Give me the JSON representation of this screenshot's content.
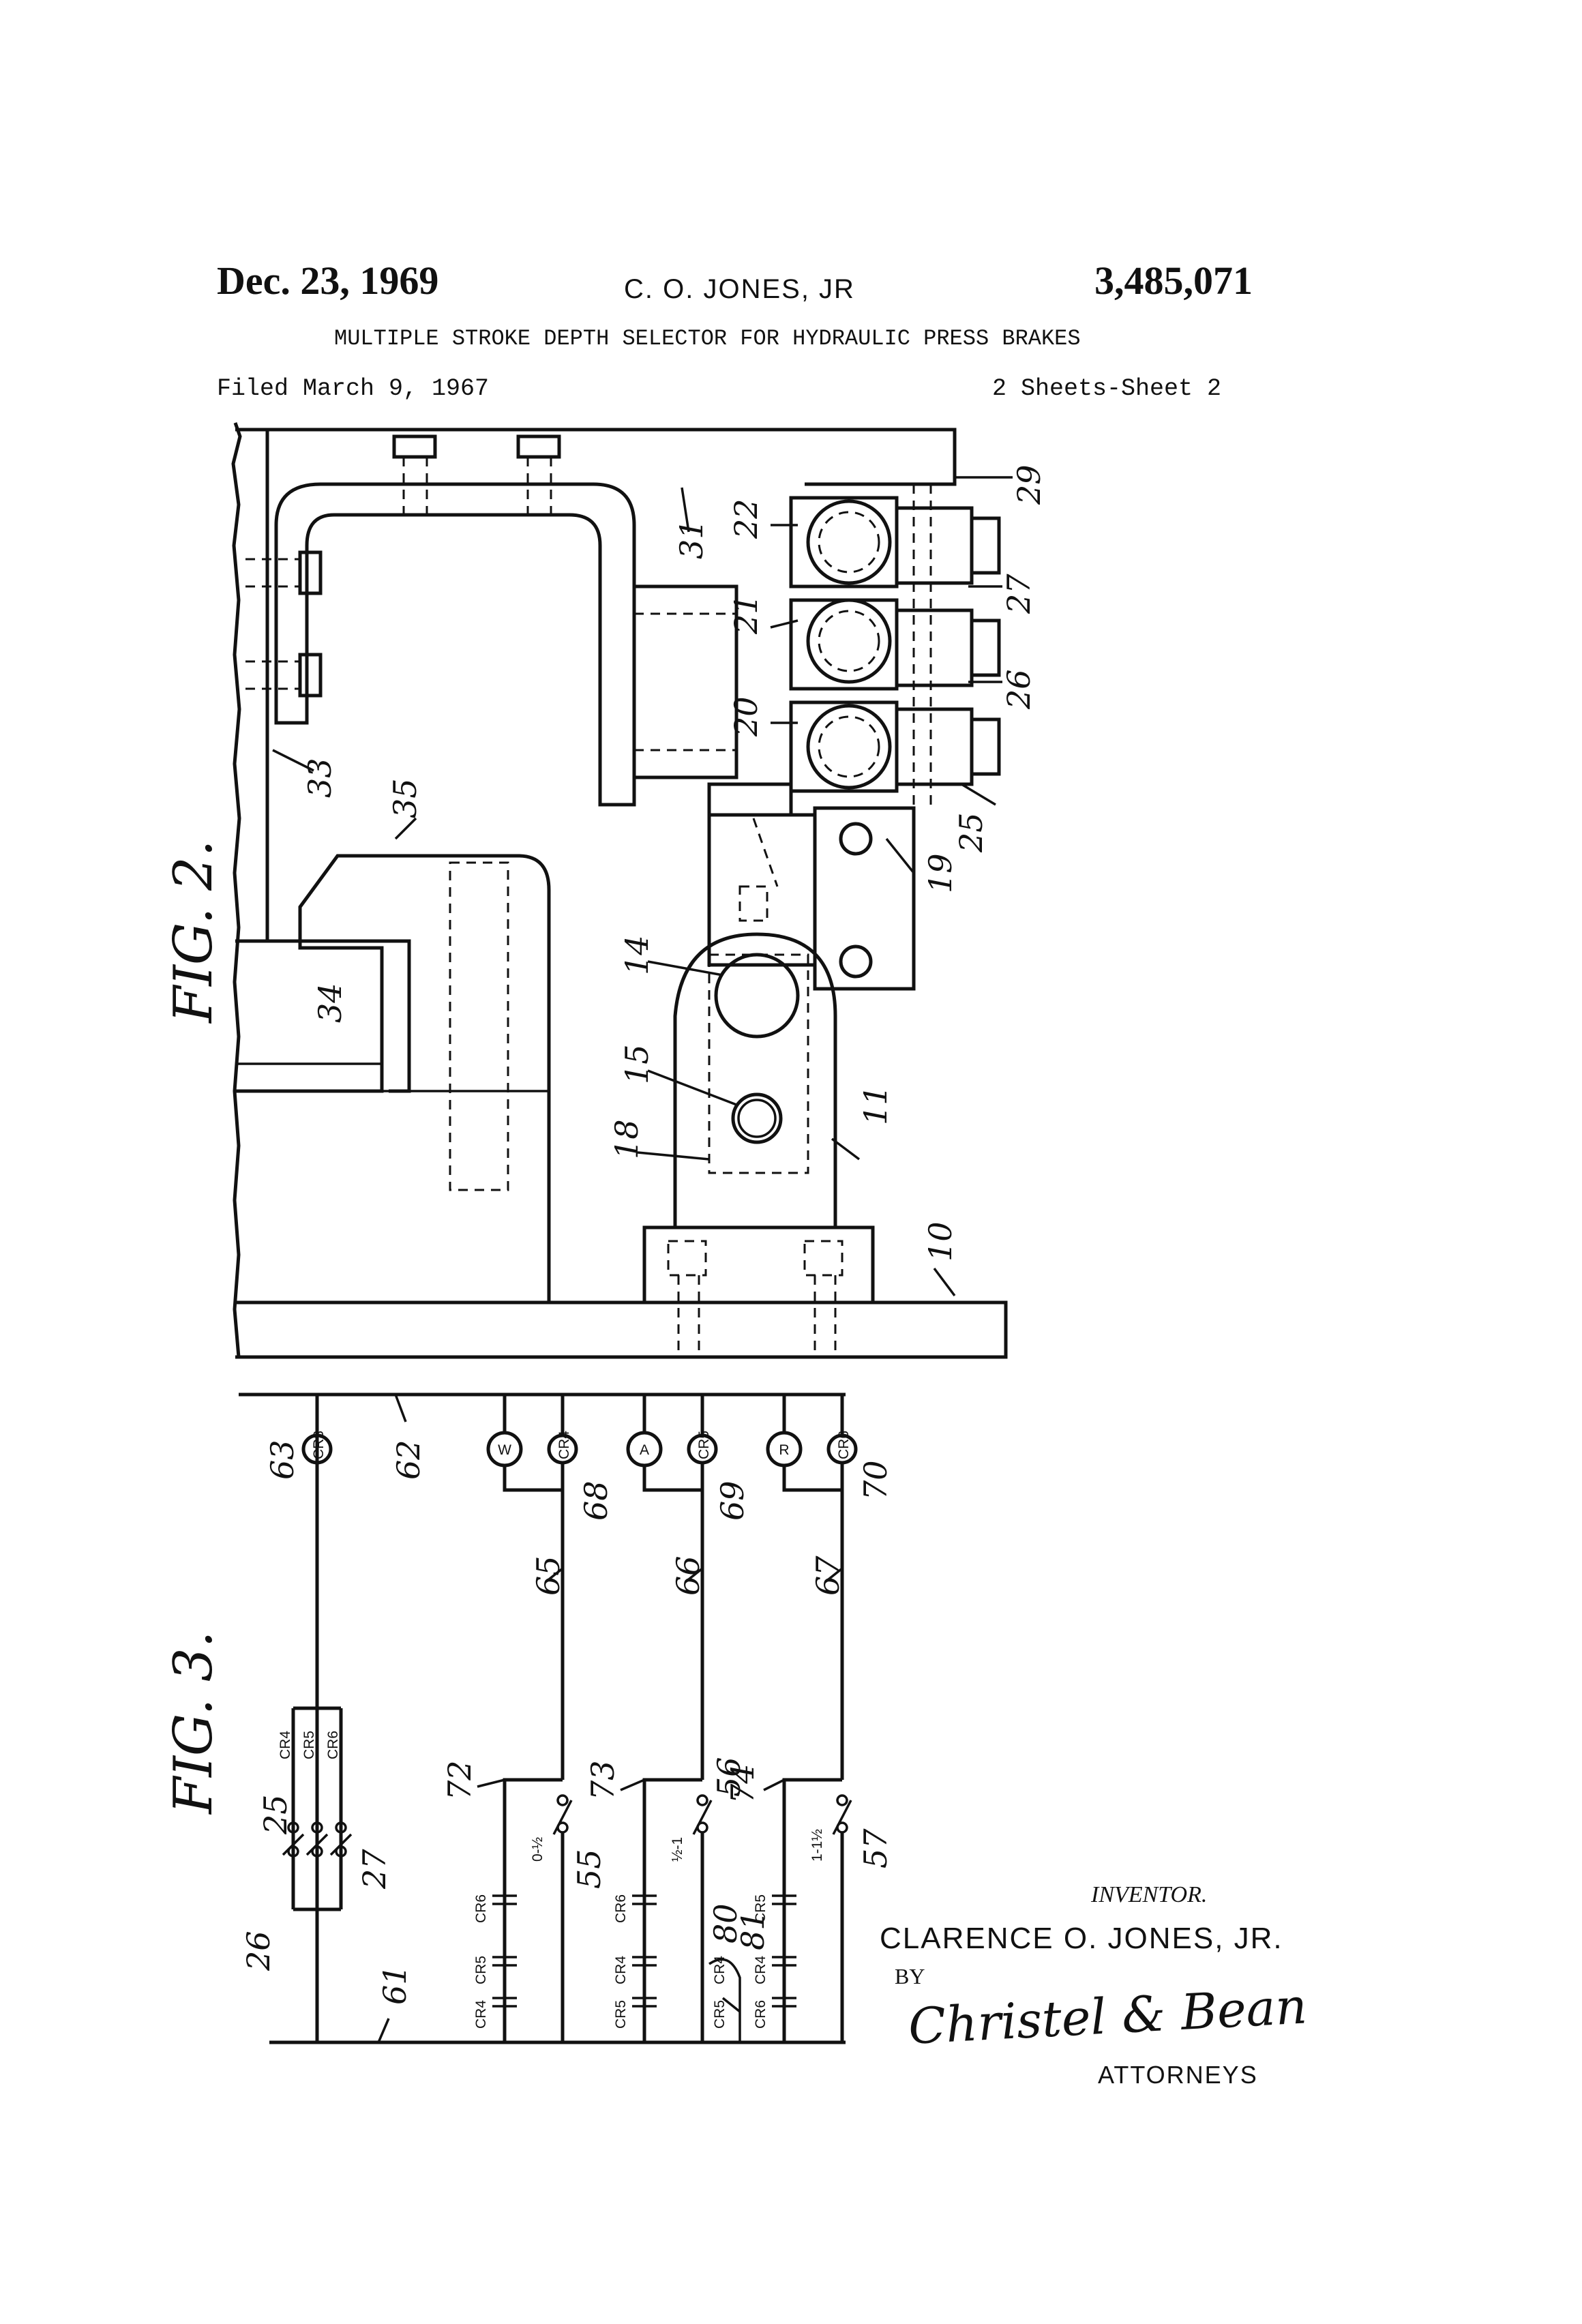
{
  "header": {
    "date": "Dec. 23, 1969",
    "inventor_header": "C. O. JONES, JR",
    "patent_number": "3,485,071",
    "title": "MULTIPLE STROKE DEPTH SELECTOR FOR HYDRAULIC PRESS BRAKES",
    "filed": "Filed March 9, 1967",
    "sheets": "2 Sheets-Sheet 2"
  },
  "fig2": {
    "label": "FIG. 2.",
    "refs": {
      "r10": "10",
      "r11": "11",
      "r14": "14",
      "r15": "15",
      "r18": "18",
      "r19": "19",
      "r20": "20",
      "r21": "21",
      "r22": "22",
      "r25": "25",
      "r26": "26",
      "r27": "27",
      "r29": "29",
      "r31": "31",
      "r33": "33",
      "r34": "34",
      "r35": "35"
    }
  },
  "fig3": {
    "label": "FIG. 3.",
    "refs": {
      "r25": "25",
      "r26": "26",
      "r27": "27",
      "r55": "55",
      "r56": "56",
      "r57": "57",
      "r61": "61",
      "r62": "62",
      "r63": "63",
      "r65": "65",
      "r66": "66",
      "r67": "67",
      "r68": "68",
      "r69": "69",
      "r70": "70",
      "r72": "72",
      "r73": "73",
      "r74": "74",
      "r80": "80",
      "r81": "81"
    },
    "lamps": {
      "w": "W",
      "a": "A",
      "r": "R"
    },
    "relays": {
      "cr3": "CR3",
      "cr4": "CR4",
      "cr5": "CR5",
      "cr6": "CR6"
    },
    "switch_labels": {
      "s55": "0-½",
      "s56": "½-1",
      "s57": "1-1½"
    },
    "contact_labels": {
      "cr4": "CR4",
      "cr5": "CR5",
      "cr6": "CR6"
    }
  },
  "signature_block": {
    "inventor_label": "INVENTOR.",
    "inventor_name": "CLARENCE O. JONES, JR.",
    "by": "BY",
    "signature": "Christel & Bean",
    "attorneys": "ATTORNEYS"
  }
}
